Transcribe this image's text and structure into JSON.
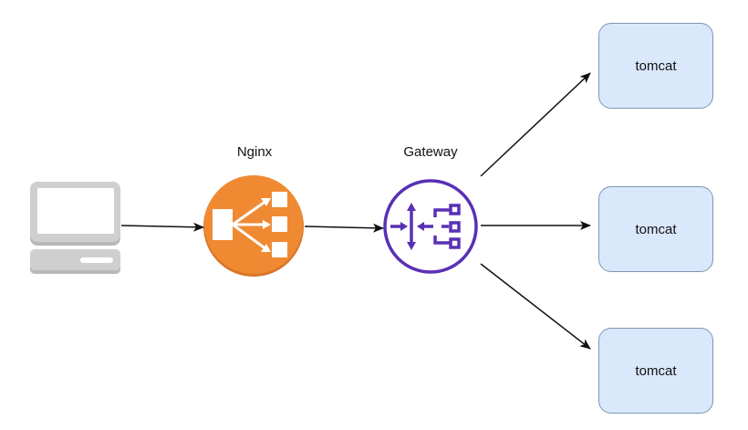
{
  "diagram": {
    "client": {
      "name": "client-computer",
      "icon": "desktop-computer-icon"
    },
    "nginx": {
      "label": "Nginx",
      "icon": "load-balancer-icon",
      "color": "#f08a32"
    },
    "gateway": {
      "label": "Gateway",
      "icon": "api-gateway-icon",
      "color": "#5a30b5"
    },
    "servers": [
      {
        "label": "tomcat"
      },
      {
        "label": "tomcat"
      },
      {
        "label": "tomcat"
      }
    ],
    "colors": {
      "server_fill": "#dae8fc",
      "server_border": "#7f96b4",
      "arrow": "#111111",
      "computer": "#c8c8c8"
    },
    "edges": [
      {
        "from": "client-computer",
        "to": "Nginx"
      },
      {
        "from": "Nginx",
        "to": "Gateway"
      },
      {
        "from": "Gateway",
        "to": "tomcat-1"
      },
      {
        "from": "Gateway",
        "to": "tomcat-2"
      },
      {
        "from": "Gateway",
        "to": "tomcat-3"
      }
    ]
  }
}
